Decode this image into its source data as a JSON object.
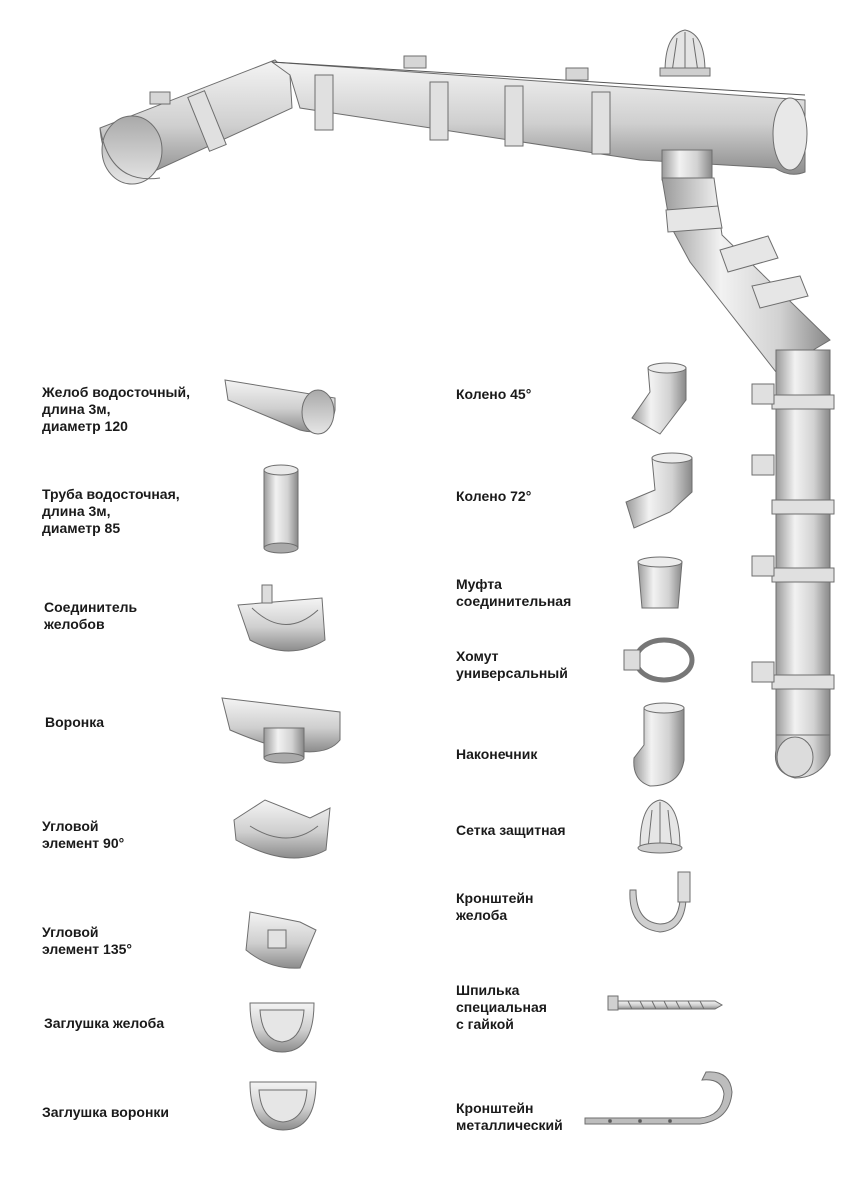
{
  "colors": {
    "background": "#ffffff",
    "metal_light": "#f2f2f2",
    "metal_mid": "#c9c9c9",
    "metal_dark": "#8f8f8f",
    "outline": "#6e6e6e",
    "text": "#1a1a1a"
  },
  "parts_left": [
    {
      "id": "gutter",
      "label": "Желоб водосточный,\nдлина 3м,\nдиаметр 120",
      "icon": "gutter-icon"
    },
    {
      "id": "pipe",
      "label": "Труба водосточная,\nдлина 3м,\nдиаметр 85",
      "icon": "downpipe-icon"
    },
    {
      "id": "gutter-connector",
      "label": "Соединитель\nжелобов",
      "icon": "gutter-connector-icon"
    },
    {
      "id": "funnel",
      "label": "Воронка",
      "icon": "funnel-icon"
    },
    {
      "id": "corner-90",
      "label": "Угловой\nэлемент 90°",
      "icon": "corner-90-icon"
    },
    {
      "id": "corner-135",
      "label": "Угловой\nэлемент 135°",
      "icon": "corner-135-icon"
    },
    {
      "id": "gutter-cap",
      "label": "Заглушка желоба",
      "icon": "gutter-end-cap-icon"
    },
    {
      "id": "funnel-cap",
      "label": "Заглушка воронки",
      "icon": "funnel-end-cap-icon"
    }
  ],
  "parts_right": [
    {
      "id": "elbow-45",
      "label": "Колено 45°",
      "icon": "elbow-45-icon"
    },
    {
      "id": "elbow-72",
      "label": "Колено 72°",
      "icon": "elbow-72-icon"
    },
    {
      "id": "coupling",
      "label": "Муфта\nсоединительная",
      "icon": "pipe-coupling-icon"
    },
    {
      "id": "clamp",
      "label": "Хомут\nуниверсальный",
      "icon": "pipe-clamp-icon"
    },
    {
      "id": "outlet",
      "label": "Наконечник",
      "icon": "pipe-outlet-icon"
    },
    {
      "id": "guard",
      "label": "Сетка защитная",
      "icon": "leaf-guard-icon"
    },
    {
      "id": "gutter-bracket",
      "label": "Кронштейн\nжелоба",
      "icon": "gutter-bracket-icon"
    },
    {
      "id": "stud",
      "label": "Шпилька\nспециальная\nс гайкой",
      "icon": "threaded-stud-icon"
    },
    {
      "id": "metal-bracket",
      "label": "Кронштейн\nметаллический",
      "icon": "metal-bracket-icon"
    }
  ]
}
